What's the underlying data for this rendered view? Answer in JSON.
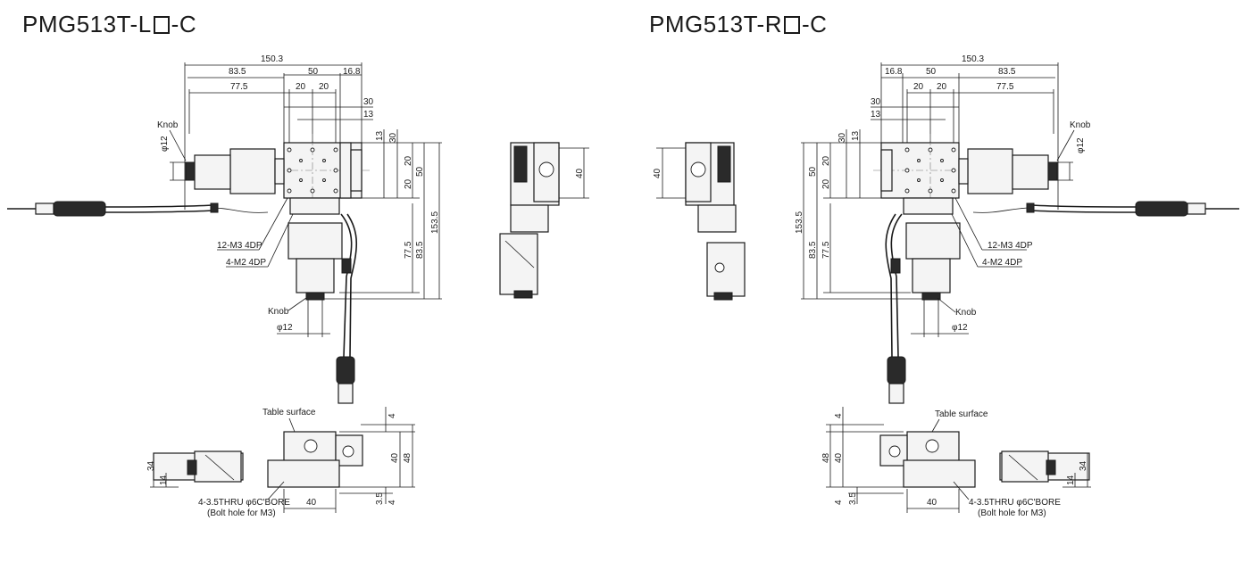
{
  "titles": {
    "left": {
      "prefix": "PMG513T-L",
      "suffix": "-C"
    },
    "right": {
      "prefix": "PMG513T-R",
      "suffix": "-C"
    }
  },
  "left": {
    "top_dims": {
      "overall": "150.3",
      "d1": "83.5",
      "d2": "50",
      "d3": "16.8",
      "d4": "77.5",
      "d5": "20",
      "d6": "20",
      "d7": "30",
      "d8": "13"
    },
    "side_dims": {
      "a": "13",
      "b": "30",
      "c": "20",
      "d": "50",
      "e": "20",
      "f": "77.5",
      "g": "83.5",
      "h": "153.5"
    },
    "knob_label": "Knob",
    "knob_dia": "φ12",
    "knob_label_bottom": "Knob",
    "knob_dia_bottom": "φ12",
    "hole_1": "12-M3 4DP",
    "hole_2": "4-M2 4DP",
    "side_view": {
      "width": "40"
    },
    "front": {
      "table_surface": "Table surface",
      "d_4": "4",
      "d_40": "40",
      "d_48": "48",
      "d_34": "34",
      "d_14": "14",
      "d_35": "3.5",
      "d_4b": "4",
      "d_40w": "40",
      "bolt_1": "4-3.5THRU φ6C'BORE",
      "bolt_2": "(Bolt hole for M3)"
    }
  },
  "right": {
    "top_dims": {
      "overall": "150.3",
      "d1": "16.8",
      "d2": "50",
      "d3": "83.5",
      "d4": "77.5",
      "d5": "20",
      "d6": "20",
      "d7": "30",
      "d8": "13"
    },
    "side_dims": {
      "a": "30",
      "b": "13",
      "c": "20",
      "d": "50",
      "e": "20",
      "f": "77.5",
      "g": "83.5",
      "h": "153.5"
    },
    "knob_label": "Knob",
    "knob_dia": "φ12",
    "knob_label_bottom": "Knob",
    "knob_dia_bottom": "φ12",
    "hole_1": "12-M3 4DP",
    "hole_2": "4-M2 4DP",
    "side_view": {
      "width": "40"
    },
    "front": {
      "table_surface": "Table surface",
      "d_4": "4",
      "d_40": "40",
      "d_48": "48",
      "d_34": "34",
      "d_14": "14",
      "d_35": "3.5",
      "d_4b": "4",
      "d_40w": "40",
      "bolt_1": "4-3.5THRU φ6C'BORE",
      "bolt_2": "(Bolt hole for M3)"
    }
  }
}
